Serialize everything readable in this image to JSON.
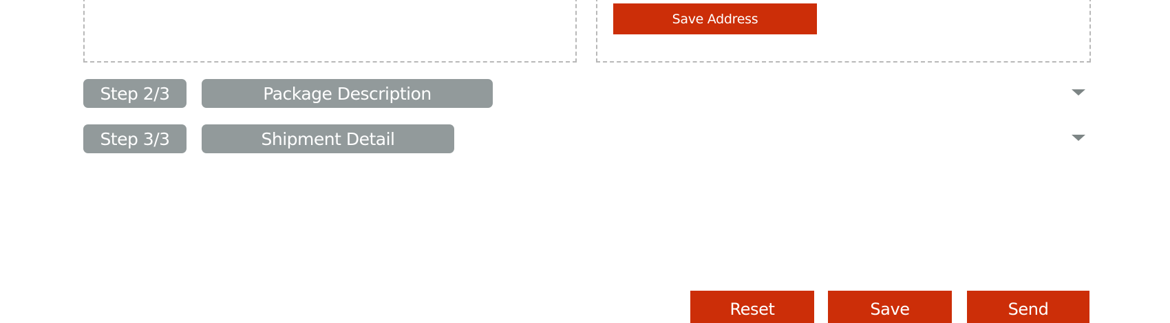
{
  "address_section": {
    "save_address_label": "Save Address"
  },
  "steps": [
    {
      "step_label": "Step 2/3",
      "title": "Package Description",
      "expand_icon": "chevron-down-icon"
    },
    {
      "step_label": "Step 3/3",
      "title": "Shipment Detail",
      "expand_icon": "chevron-down-icon"
    }
  ],
  "actions": {
    "reset_label": "Reset",
    "save_label": "Save",
    "send_label": "Send"
  },
  "colors": {
    "accent_red": "#cc2e08",
    "step_pill_gray": "#929a9b",
    "dashed_border": "#b8b8b8",
    "chevron_gray": "#7d8585"
  }
}
